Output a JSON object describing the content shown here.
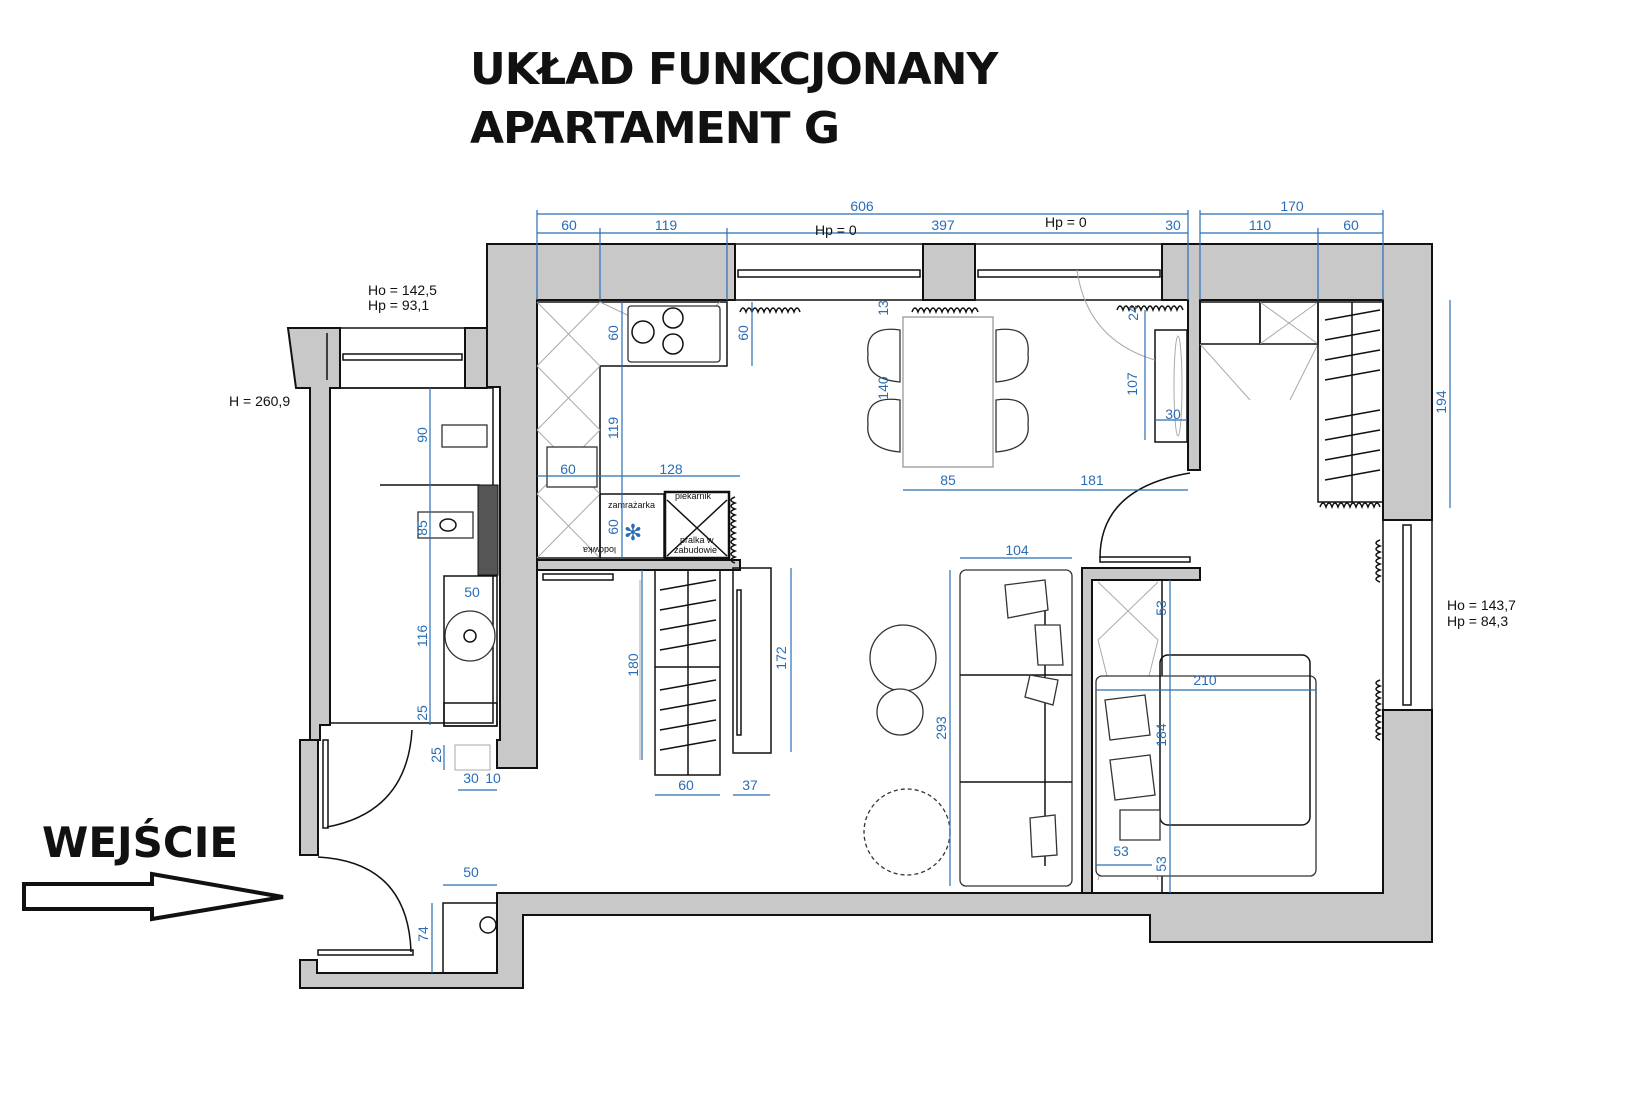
{
  "title": {
    "line1": "UKŁAD FUNKCJONANY",
    "line2": "APARTAMENT G"
  },
  "entrance_label": "WEJŚCIE",
  "annotations": {
    "hp_window_left": "Hp = 0",
    "hp_window_right": "Hp = 0",
    "bath_window_ho": "Ho = 142,5",
    "bath_window_hp": "Hp = 93,1",
    "height": "H = 260,9",
    "bedroom_window_ho": "Ho = 143,7",
    "bedroom_window_hp": "Hp = 84,3"
  },
  "appliances": {
    "freezer": "zamrażarka",
    "fridge": "lodówka",
    "oven": "piekarnik",
    "washer_line1": "pralka w",
    "washer_line2": "zabudowie"
  },
  "dimensions": [
    "606",
    "60",
    "119",
    "397",
    "30",
    "170",
    "110",
    "60",
    "60",
    "60",
    "13",
    "140",
    "24",
    "107",
    "30",
    "194",
    "119",
    "60",
    "128",
    "85",
    "181",
    "60",
    "90",
    "85",
    "50",
    "116",
    "25",
    "25",
    "30",
    "10",
    "180",
    "172",
    "60",
    "37",
    "104",
    "293",
    "53",
    "210",
    "184",
    "53",
    "53",
    "50",
    "74"
  ]
}
